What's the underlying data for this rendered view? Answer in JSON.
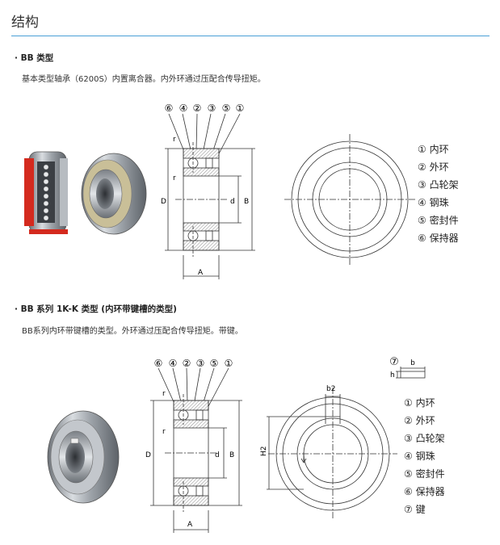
{
  "page": {
    "title": "结构"
  },
  "sections": [
    {
      "heading": "· BB 类型",
      "description": "基本类型轴承（6200S）内置离合器。内外环通过压配合传导扭矩。",
      "callouts": [
        "⑥",
        "④",
        "②",
        "③",
        "⑤",
        "①"
      ],
      "dim_labels": {
        "r": "r",
        "D": "D",
        "d": "d",
        "B": "B",
        "A": "A"
      },
      "legend": [
        "① 内环",
        "② 外环",
        "③ 凸轮架",
        "④ 钢珠",
        "⑤ 密封件",
        "⑥ 保持器"
      ]
    },
    {
      "heading": "· BB 系列 1K-K 类型 (内环带键槽的类型)",
      "description": "BB系列内环带键槽的类型。外环通过压配合传导扭矩。带键。",
      "callouts": [
        "⑥",
        "④",
        "②",
        "③",
        "⑤",
        "①"
      ],
      "dim_labels": {
        "r": "r",
        "D": "D",
        "d": "d",
        "B": "B",
        "A": "A",
        "b2": "b2",
        "h2": "H2",
        "key_b": "b",
        "key_h": "h",
        "key_num": "⑦"
      },
      "legend": [
        "① 内环",
        "② 外环",
        "③ 凸轮架",
        "④ 钢珠",
        "⑤ 密封件",
        "⑥ 保持器",
        "⑦ 键"
      ]
    }
  ],
  "colors": {
    "accent_rule": "#4a9fd6",
    "seal_red": "#d42a1e",
    "steel": "#a9aeb4"
  }
}
